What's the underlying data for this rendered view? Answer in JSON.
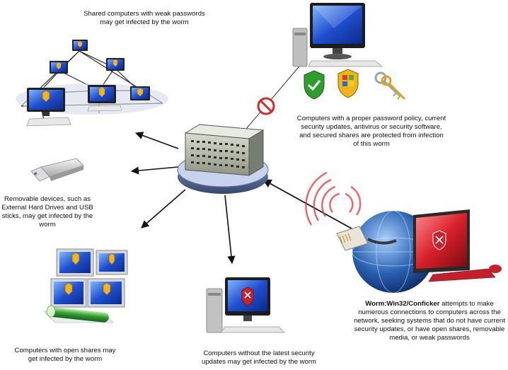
{
  "captions": {
    "shared_computers": "Shared computers with weak passwords may get infected by the worm",
    "protected_computers": "Computers with a proper password policy, current security updates, antivirus or security software, and secured shares are protected from infection of this worm",
    "removable_devices": "Removable devices, such as External Hard Drives and USB sticks, may get infected by the worm",
    "open_shares": "Computers with open shares may get infected by the worm",
    "no_updates": "Computers without the latest security updates may get infected by the worm",
    "worm_name": "Worm:Win32/Conficker",
    "worm_description": " attempts to make numerous connections to computers across the network, seeking systems that do not have current security updates, or have open shares, removable media, or weak passwords"
  },
  "colors": {
    "screen_blue": "#1f4fd0",
    "screen_red": "#d81f2a",
    "shield_gold": "#f2b418",
    "shield_red": "#c4262e",
    "check_green": "#2e9d2e",
    "no_sign_red": "#d22a2a",
    "globe_blue": "#2a5fb0",
    "wave_red": "#e0383a",
    "arrow": "#111111"
  },
  "icons": [
    "shield-icon",
    "check-shield-icon",
    "windows-shield-icon",
    "keys-icon",
    "no-entry-icon",
    "usb-stick-icon",
    "network-cable-icon"
  ]
}
